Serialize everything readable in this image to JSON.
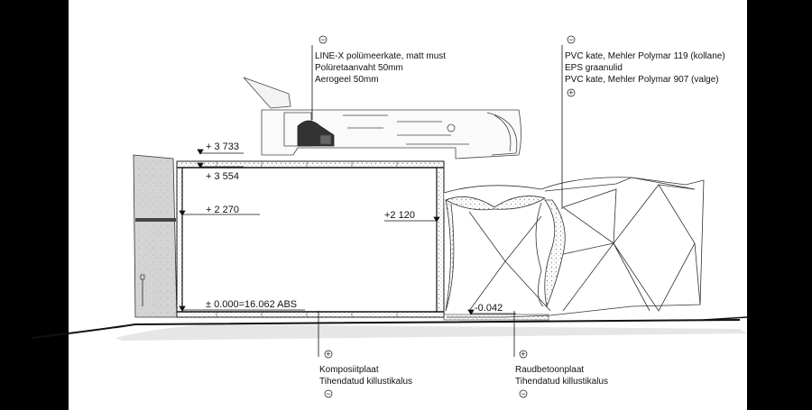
{
  "annotations": {
    "roof_top": {
      "lines": [
        "LINE-X polümeerkate, matt must",
        "Polüretaanvaht 50mm",
        "Aerogeel 50mm"
      ],
      "sign_top": "−",
      "sign_bottom": ""
    },
    "membrane": {
      "lines": [
        "PVC kate, Mehler Polymar 119 (kollane)",
        "EPS graanulid",
        "PVC kate, Mehler Polymar 907 (valge)"
      ],
      "sign_top": "−",
      "sign_bottom": "+"
    },
    "floor_left": {
      "lines": [
        "Komposiitplaat",
        "Tihendatud killustikalus"
      ],
      "sign_top": "+",
      "sign_bottom": "−"
    },
    "floor_right": {
      "lines": [
        "Raudbetoonplaat",
        "Tihendatud killustikalus"
      ],
      "sign_top": "+",
      "sign_bottom": "−"
    }
  },
  "levels": {
    "top_1": "+ 3 733",
    "top_2": "+ 3 554",
    "mid": "+ 2 270",
    "inner": "+2 120",
    "zero": "± 0.000=16.062 ABS",
    "ground": "-0.042"
  },
  "colors": {
    "background": "#000000",
    "sheet": "#ffffff",
    "line": "#111111",
    "concrete": "#d9d9d9",
    "hatch": "#bbbbbb"
  }
}
